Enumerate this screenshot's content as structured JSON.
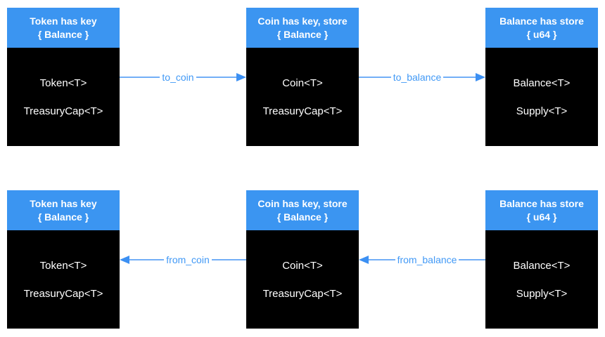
{
  "diagram": {
    "colors": {
      "header_blue": "#3b95f1",
      "body_black": "#000000",
      "arrow_line_blue": "#72aef7",
      "arrow_label_blue": "#4199f6",
      "arrowhead_blue": "#3c90f3",
      "text_white": "#ffffff"
    },
    "rows": [
      {
        "boxes": [
          {
            "title_line1": "Token has key",
            "title_line2": "{ Balance }",
            "fields": [
              "Token<T>",
              "TreasuryCap<T>"
            ]
          },
          {
            "title_line1": "Coin has key, store",
            "title_line2": "{ Balance }",
            "fields": [
              "Coin<T>",
              "TreasuryCap<T>"
            ]
          },
          {
            "title_line1": "Balance has store",
            "title_line2": "{ u64 }",
            "fields": [
              "Balance<T>",
              "Supply<T>"
            ]
          }
        ],
        "arrows": [
          {
            "label": "to_coin",
            "direction": "right"
          },
          {
            "label": "to_balance",
            "direction": "right"
          }
        ]
      },
      {
        "boxes": [
          {
            "title_line1": "Token has key",
            "title_line2": "{ Balance }",
            "fields": [
              "Token<T>",
              "TreasuryCap<T>"
            ]
          },
          {
            "title_line1": "Coin has key, store",
            "title_line2": "{ Balance }",
            "fields": [
              "Coin<T>",
              "TreasuryCap<T>"
            ]
          },
          {
            "title_line1": "Balance has store",
            "title_line2": "{ u64 }",
            "fields": [
              "Balance<T>",
              "Supply<T>"
            ]
          }
        ],
        "arrows": [
          {
            "label": "from_coin",
            "direction": "left"
          },
          {
            "label": "from_balance",
            "direction": "left"
          }
        ]
      }
    ]
  }
}
